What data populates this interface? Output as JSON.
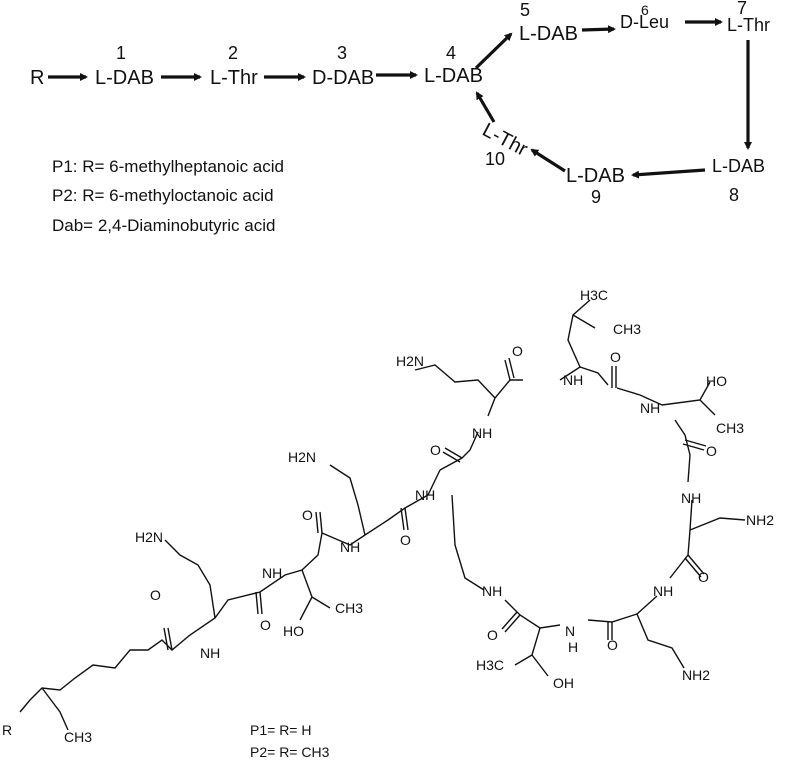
{
  "scheme": {
    "start": "R",
    "residues": [
      {
        "num": "1",
        "name": "L-DAB"
      },
      {
        "num": "2",
        "name": "L-Thr"
      },
      {
        "num": "3",
        "name": "D-DAB"
      },
      {
        "num": "4",
        "name": "L-DAB"
      },
      {
        "num": "5",
        "name": "L-DAB"
      },
      {
        "num": "6",
        "name": "D-Leu"
      },
      {
        "num": "7",
        "name": "L-Thr"
      },
      {
        "num": "8",
        "name": "L-DAB"
      },
      {
        "num": "9",
        "name": "L-DAB"
      },
      {
        "num": "10",
        "name": "L-Thr"
      }
    ]
  },
  "legend": [
    "P1: R= 6-methylheptanoic acid",
    "P2: R= 6-methyloctanoic acid",
    "Dab= 2,4-Diaminobutyric acid"
  ],
  "structure_labels": {
    "H2N": "H2N",
    "NH2": "NH2",
    "NH": "NH",
    "N": "N",
    "H": "H",
    "O": "O",
    "HO": "HO",
    "OH": "OH",
    "CH3": "CH3",
    "H3C": "H3C",
    "R": "R"
  },
  "footnote": [
    "P1=   R= H",
    "P2=   R= CH3"
  ]
}
